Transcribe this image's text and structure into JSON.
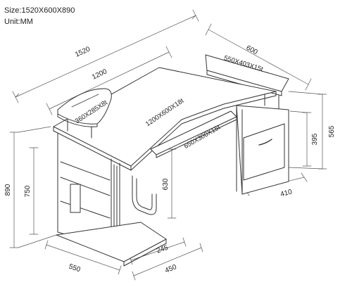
{
  "header": {
    "size_text": "Size:1520X600X890",
    "unit_text": "Unit:MM"
  },
  "dimensions": {
    "total_width": "1520",
    "desk_width": "1200",
    "depth": "600",
    "height": "890",
    "leg_height": "750",
    "cabinet_height": "565",
    "drawer_height": "395",
    "tray_clearance": "630",
    "cabinet_depth": "410",
    "base_depth": "550",
    "foot_depth": "245",
    "foot_width": "450"
  },
  "parts": {
    "monitor_shelf": "360X285X8t",
    "desktop": "1200X600X18t",
    "keyboard_tray": "650X300X15t",
    "top_shelf": "550X403X15t"
  }
}
